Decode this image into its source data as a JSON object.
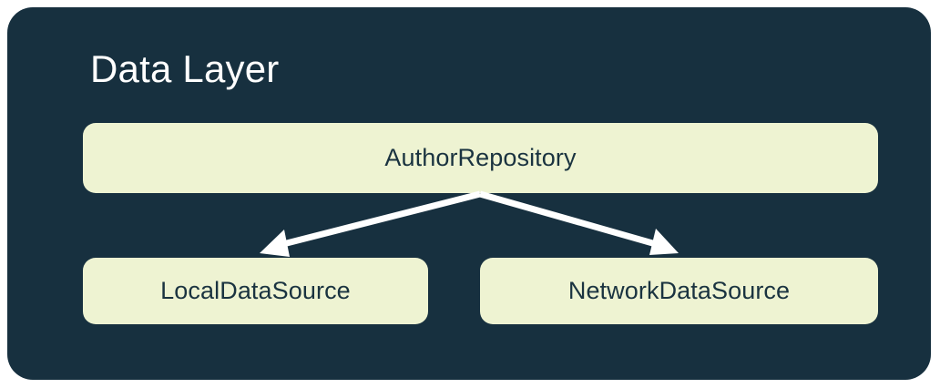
{
  "diagram": {
    "title": "Data Layer",
    "panel_color": "#17303F",
    "node_fill_color": "#EEF3D2",
    "node_text_color": "#1A3340",
    "title_color": "#FFFFFF",
    "arrow_color": "#FFFFFF",
    "background_color": "#FFFFFF",
    "nodes": [
      {
        "id": "author-repository",
        "label": "AuthorRepository",
        "role": "repository"
      },
      {
        "id": "local-data-source",
        "label": "LocalDataSource",
        "role": "data-source"
      },
      {
        "id": "network-data-source",
        "label": "NetworkDataSource",
        "role": "data-source"
      }
    ],
    "edges": [
      {
        "from": "author-repository",
        "to": "local-data-source",
        "style": "solid-arrow"
      },
      {
        "from": "author-repository",
        "to": "network-data-source",
        "style": "solid-arrow"
      }
    ]
  }
}
